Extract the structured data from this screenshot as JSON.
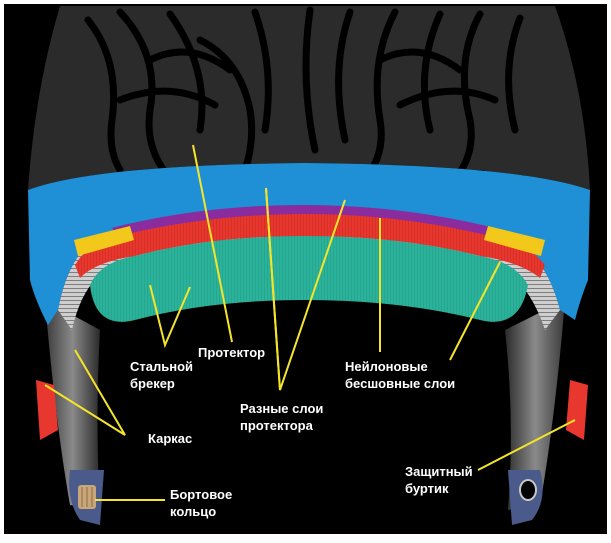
{
  "labels": {
    "steel_breaker": [
      "Стальной",
      "брекер"
    ],
    "tread": "Протектор",
    "tread_layers": [
      "Разные слои",
      "протектора"
    ],
    "nylon_layers": [
      "Нейлоновые",
      "бесшовные слои"
    ],
    "carcass": "Каркас",
    "protective_rib": [
      "Защитный",
      "буртик"
    ],
    "bead_ring": [
      "Бортовое",
      "кольцо"
    ]
  },
  "colors": {
    "background": "#000000",
    "tread_rubber": "#2b2b2b",
    "blue_layer": "#1f8fd6",
    "purple_layer": "#8a2b9e",
    "red_layer": "#e8372f",
    "teal_layer": "#2ab39a",
    "yellow_strip": "#f2c81a",
    "leader_line": "#f5e42a",
    "label_text": "#ffffff"
  }
}
